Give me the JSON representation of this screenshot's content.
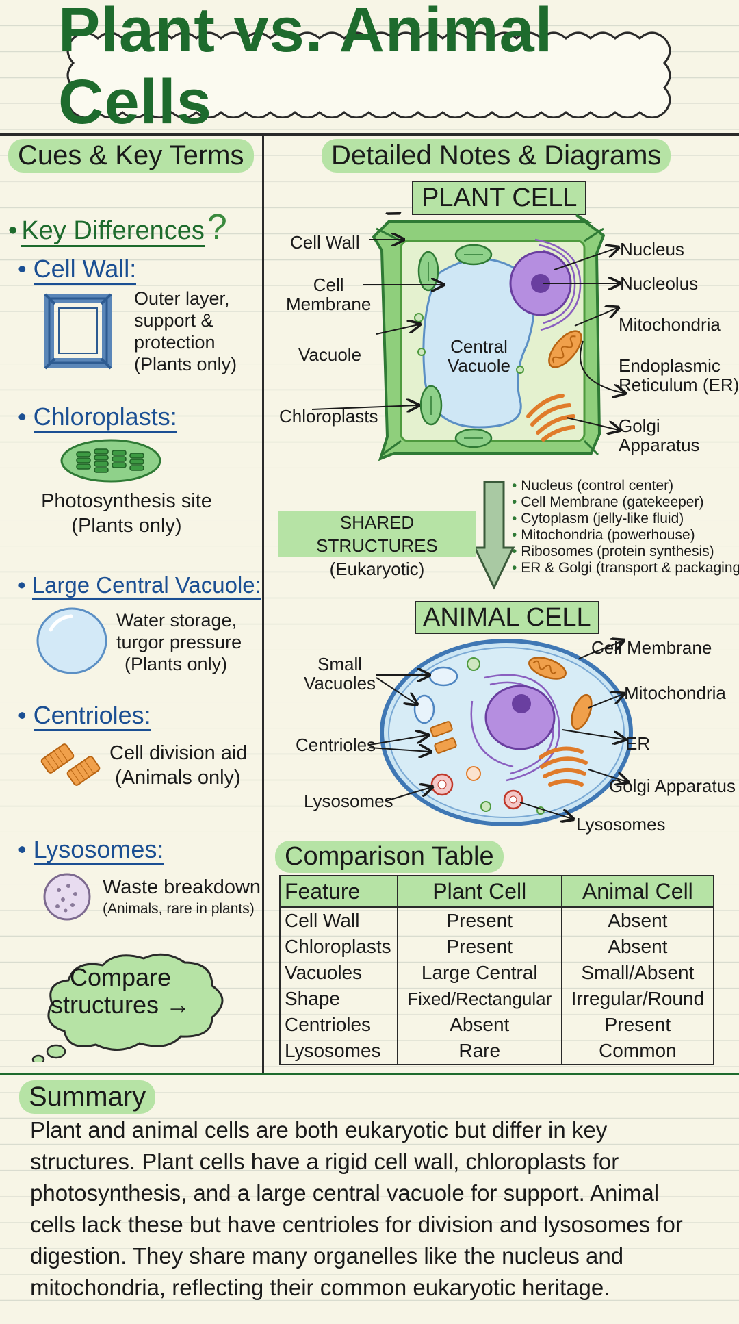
{
  "title": "Plant vs. Animal Cells",
  "left": {
    "heading": "Cues & Key Terms",
    "key_differences": "Key Differences",
    "items": [
      {
        "term": "Cell Wall:",
        "desc": [
          "Outer layer,",
          "support &",
          "protection",
          "(Plants only)"
        ]
      },
      {
        "term": "Chloroplasts:",
        "desc": [
          "Photosynthesis site",
          "(Plants only)"
        ]
      },
      {
        "term": "Large Central Vacuole:",
        "desc": [
          "Water storage,",
          "turgor pressure",
          "(Plants only)"
        ]
      },
      {
        "term": "Centrioles:",
        "desc": [
          "Cell division aid",
          "(Animals only)"
        ]
      },
      {
        "term": "Lysosomes:",
        "desc": [
          "Waste breakdown",
          "(Animals, rare in plants)"
        ]
      }
    ],
    "cloud": [
      "Compare",
      "structures"
    ]
  },
  "right": {
    "heading": "Detailed Notes & Diagrams",
    "plant_cell": {
      "title": "PLANT CELL",
      "center_label": [
        "Central",
        "Vacuole"
      ],
      "labels_left": {
        "cell_wall": "Cell Wall",
        "cell_membrane": [
          "Cell",
          "Membrane"
        ],
        "vacuole": "Vacuole",
        "chloroplasts": "Chloroplasts"
      },
      "labels_right": {
        "nucleus": "Nucleus",
        "nucleolus": "Nucleolus",
        "mitochondria": "Mitochondria",
        "er": [
          "Endoplasmic",
          "Reticulum (ER)"
        ],
        "golgi": [
          "Golgi",
          "Apparatus"
        ]
      }
    },
    "shared": {
      "title": "SHARED STRUCTURES",
      "subtitle": "(Eukaryotic)",
      "items": [
        "Nucleus (control center)",
        "Cell Membrane (gatekeeper)",
        "Cytoplasm (jelly-like fluid)",
        "Mitochondria (powerhouse)",
        "Ribosomes (protein synthesis)",
        "ER & Golgi (transport & packaging)"
      ]
    },
    "animal_cell": {
      "title": "ANIMAL CELL",
      "labels_left": {
        "small_vacuoles": [
          "Small",
          "Vacuoles"
        ],
        "centrioles": "Centrioles",
        "lysosomes": "Lysosomes"
      },
      "labels_right": {
        "cell_membrane": "Cell Membrane",
        "mitochondria": "Mitochondria",
        "er": "ER",
        "golgi": "Golgi Apparatus",
        "lysosomes": "Lysosomes"
      }
    },
    "table": {
      "heading": "Comparison Table",
      "columns": [
        "Feature",
        "Plant Cell",
        "Animal Cell"
      ],
      "rows": [
        [
          "Cell Wall",
          "Present",
          "Absent"
        ],
        [
          "Chloroplasts",
          "Present",
          "Absent"
        ],
        [
          "Vacuoles",
          "Large Central",
          "Small/Absent"
        ],
        [
          "Shape",
          "Fixed/Rectangular",
          "Irregular/Round"
        ],
        [
          "Centrioles",
          "Absent",
          "Present"
        ],
        [
          "Lysosomes",
          "Rare",
          "Common"
        ]
      ]
    }
  },
  "summary": {
    "heading": "Summary",
    "lines": [
      "Plant and animal cells are both eukaryotic but differ in key",
      "structures. Plant cells have a rigid cell wall, chloroplasts for",
      "photosynthesis, and a large central vacuole for support. Animal",
      "cells lack these but have centrioles for division and lysosomes for",
      "digestion. They share many organelles like the nucleus and",
      "mitochondria, reflecting their common eukaryotic heritage."
    ]
  },
  "colors": {
    "title_green": "#1e6b2d",
    "highlight": "#b6e3a5",
    "term_blue": "#1b4f93"
  }
}
